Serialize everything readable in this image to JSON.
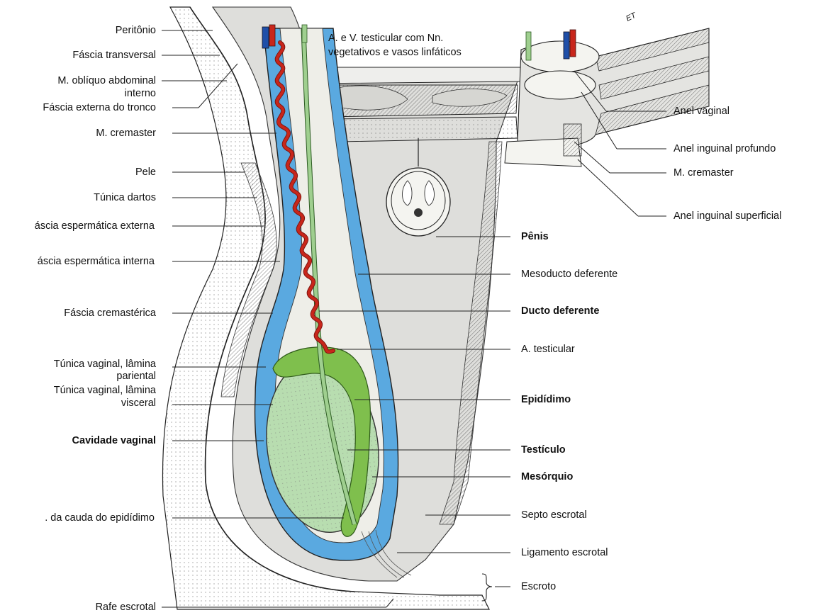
{
  "figure": {
    "top_label": [
      "A. e V. testicular com Nn.",
      "vegetativos e vasos linfáticos"
    ],
    "signature": "ET",
    "left_labels": {
      "peritonio": "Peritônio",
      "fascia_transversal": "Fáscia transversal",
      "obliquo_1": "M. oblíquo abdominal",
      "obliquo_2": "interno",
      "fascia_externa": "Fáscia externa do tronco",
      "cremaster": "M. cremaster",
      "pele": "Pele",
      "tunica_dartos": "Túnica dartos",
      "fascia_esp_externa": "áscia espermática externa",
      "fascia_esp_interna": "áscia espermática interna",
      "fascia_cremasterica": "Fáscia cremastérica",
      "tv_parietal_1": "Túnica vaginal, lâmina",
      "tv_parietal_2": "pariental",
      "tv_visceral_1": "Túnica vaginal, lâmina",
      "tv_visceral_2": "visceral",
      "cavidade_vaginal": "Cavidade vaginal",
      "cauda_epididimo": ". da cauda do epidídimo",
      "rafe_escrotal": "Rafe escrotal"
    },
    "right_labels": {
      "anel_vaginal": "Anel vaginal",
      "anel_inguinal_profundo": "Anel inguinal profundo",
      "m_cremaster": "M. cremaster",
      "anel_inguinal_superficial": "Anel inguinal superficial",
      "penis": "Pênis",
      "mesoducto": "Mesoducto deferente",
      "ducto_deferente": "Ducto deferente",
      "a_testicular": "A. testicular",
      "epididimo": "Epidídimo",
      "testiculo": "Testículo",
      "mesorquio": "Mesórquio",
      "septo_escrotal": "Septo escrotal",
      "ligamento_escrotal": "Ligamento escrotal",
      "escroto": "Escroto"
    },
    "colors": {
      "cavity_blue": "#5aa9e0",
      "epididymis_green": "#7fbf4d",
      "testis_green": "#b8ddb0",
      "artery_red": "#c8261b",
      "vein_blue": "#1f4fa8",
      "duct_green": "#9fcf8f",
      "tissue_grey": "#d9d9d6"
    }
  }
}
